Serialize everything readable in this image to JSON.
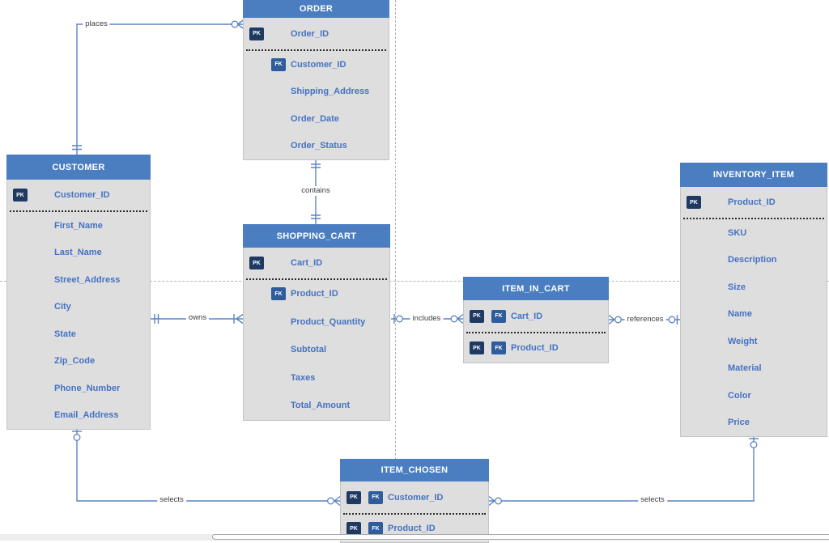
{
  "labels": {
    "pk": "PK",
    "fk": "FK"
  },
  "colors": {
    "header_blue": "#4a7ec1",
    "entity_body": "#dedede",
    "pk_badge": "#1e3a63",
    "fk_badge": "#2e5c9c",
    "field_text": "#4472c4",
    "relationship_line": "#5b84c4",
    "page_break_line": "#b4b4b4"
  },
  "entities": {
    "order": {
      "title": "ORDER",
      "fields": [
        "Order_ID",
        "Customer_ID",
        "Shipping_Address",
        "Order_Date",
        "Order_Status"
      ]
    },
    "customer": {
      "title": "CUSTOMER",
      "fields": [
        "Customer_ID",
        "First_Name",
        "Last_Name",
        "Street_Address",
        "City",
        "State",
        "Zip_Code",
        "Phone_Number",
        "Email_Address"
      ]
    },
    "shopping_cart": {
      "title": "SHOPPING_CART",
      "fields": [
        "Cart_ID",
        "Product_ID",
        "Product_Quantity",
        "Subtotal",
        "Taxes",
        "Total_Amount"
      ]
    },
    "item_in_cart": {
      "title": "ITEM_IN_CART",
      "fields": [
        "Cart_ID",
        "Product_ID"
      ]
    },
    "inventory_item": {
      "title": "INVENTORY_ITEM",
      "fields": [
        "Product_ID",
        "SKU",
        "Description",
        "Size",
        "Name",
        "Weight",
        "Material",
        "Color",
        "Price"
      ]
    },
    "item_chosen": {
      "title": "ITEM_CHOSEN",
      "fields": [
        "Customer_ID",
        "Product_ID"
      ]
    }
  },
  "relationships": {
    "places": "places",
    "contains": "contains",
    "owns": "owns",
    "includes": "includes",
    "references": "references",
    "selects_left": "selects",
    "selects_right": "selects"
  }
}
